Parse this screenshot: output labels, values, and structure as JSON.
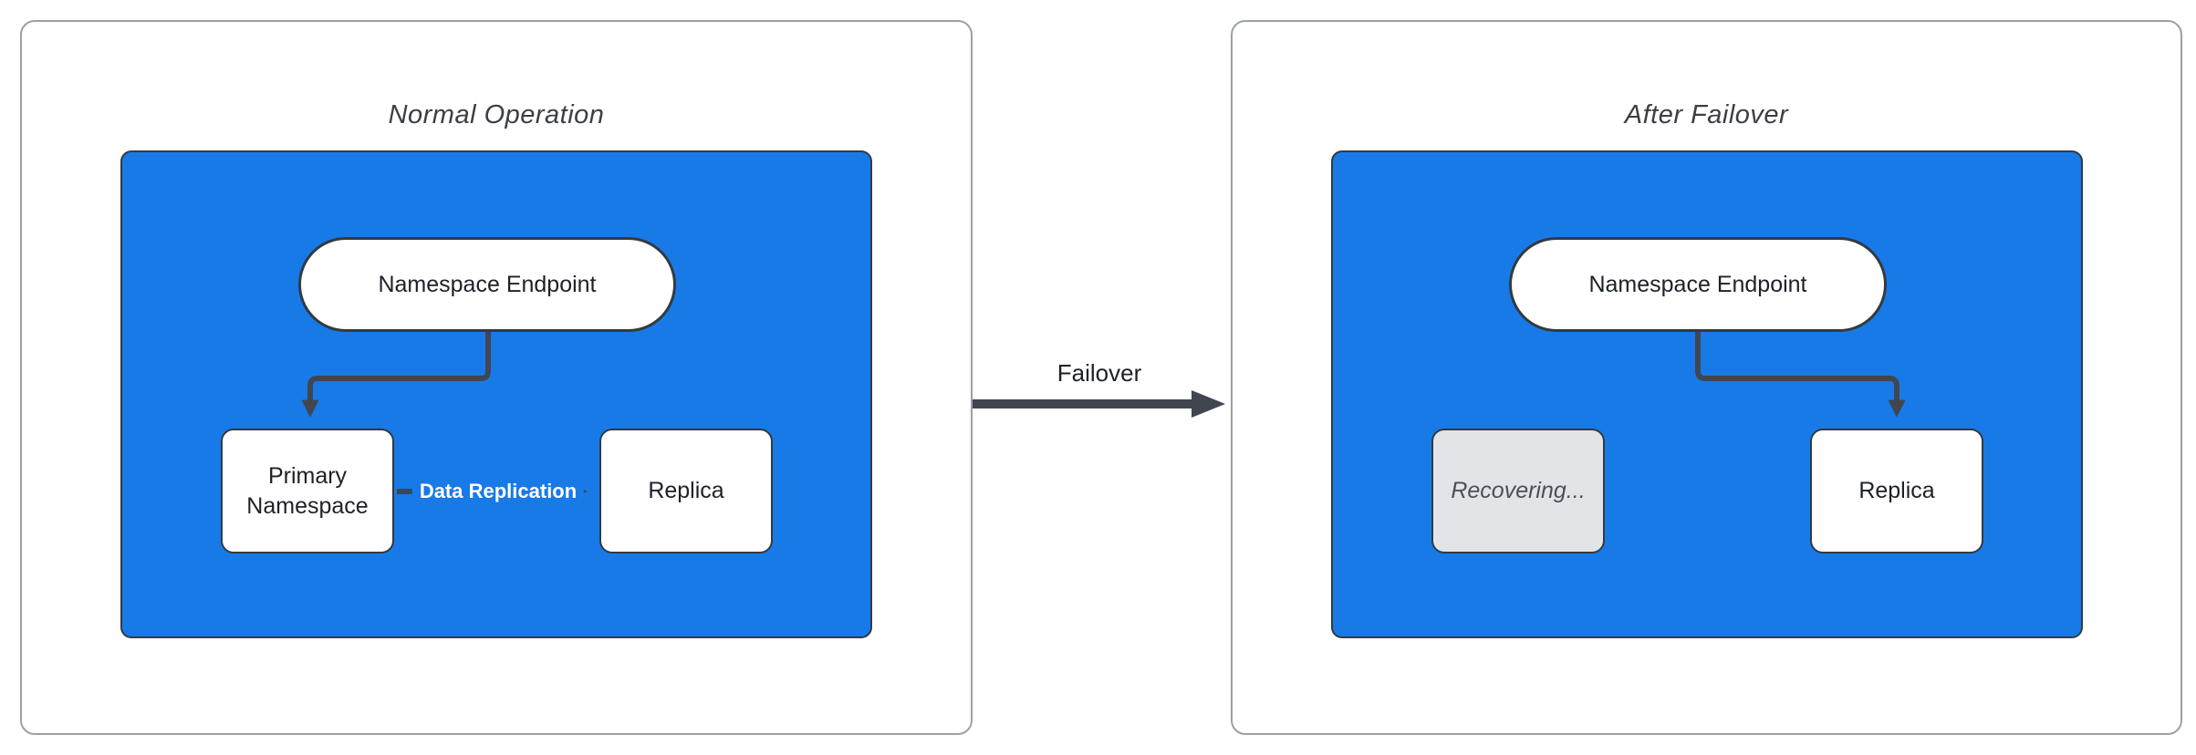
{
  "colors": {
    "blue-fill": "#187ae7",
    "panel-border": "#9ba1a8",
    "node-border": "#333a42",
    "edge": "#404650",
    "gray-fill": "#e3e4e8",
    "gray-text": "#4b5058",
    "node-text": "#1d2128",
    "title-text": "#3b3f46",
    "edge-label-text": "#ffffff"
  },
  "panels": [
    {
      "title": "Normal Operation",
      "endpoint": "Namespace Endpoint",
      "left_node": "Primary Namespace",
      "right_node": "Replica",
      "edge_label": "Data Replication"
    },
    {
      "title": "After Failover",
      "endpoint": "Namespace Endpoint",
      "left_node": "Recovering...",
      "right_node": "Replica"
    }
  ],
  "failover": {
    "label": "Failover"
  }
}
